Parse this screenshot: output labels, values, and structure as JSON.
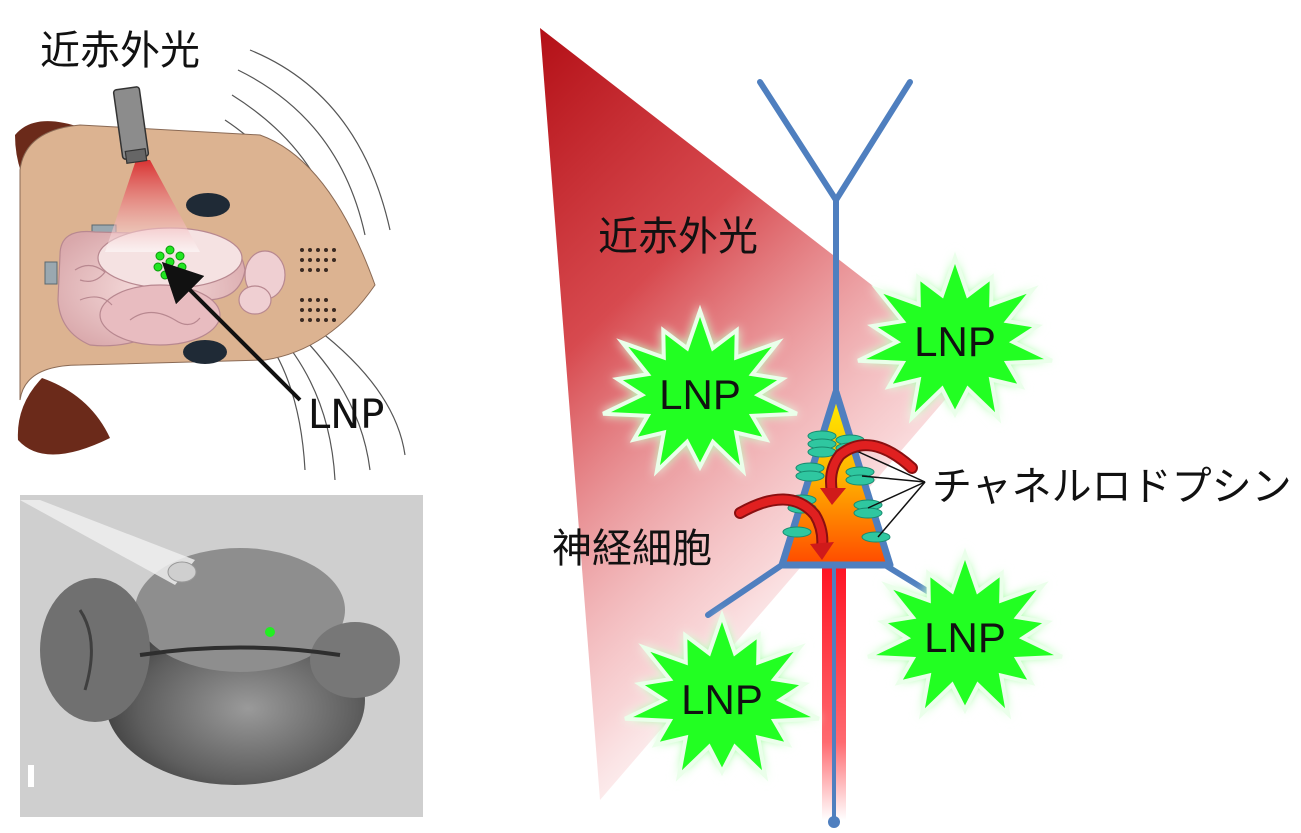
{
  "labels": {
    "nir_top_left": "近赤外光",
    "lnp_pointer": "LNP",
    "nir_beam": "近赤外光",
    "channelrhodopsin": "チャネルロドプシン",
    "neuron": "神経細胞"
  },
  "lnp_particles": [
    {
      "label": "LNP"
    },
    {
      "label": "LNP"
    },
    {
      "label": "LNP"
    },
    {
      "label": "LNP"
    }
  ],
  "colors": {
    "beam_red": "#c8141c",
    "neuron_blue": "#4f7fbf",
    "lnp_green": "#22ff22",
    "soma_orange": "#ff8a00",
    "soma_yellow": "#ffe600",
    "channel_teal": "#2fc7a0",
    "arrow_red": "#c81a1a",
    "mouse_skin": "#dcb391",
    "brain_pink": "#eec9c9"
  },
  "icons": {
    "fiber": "optical-fiber-icon",
    "mouse": "mouse-head-illustration",
    "photo": "brain-photo-grayscale"
  }
}
